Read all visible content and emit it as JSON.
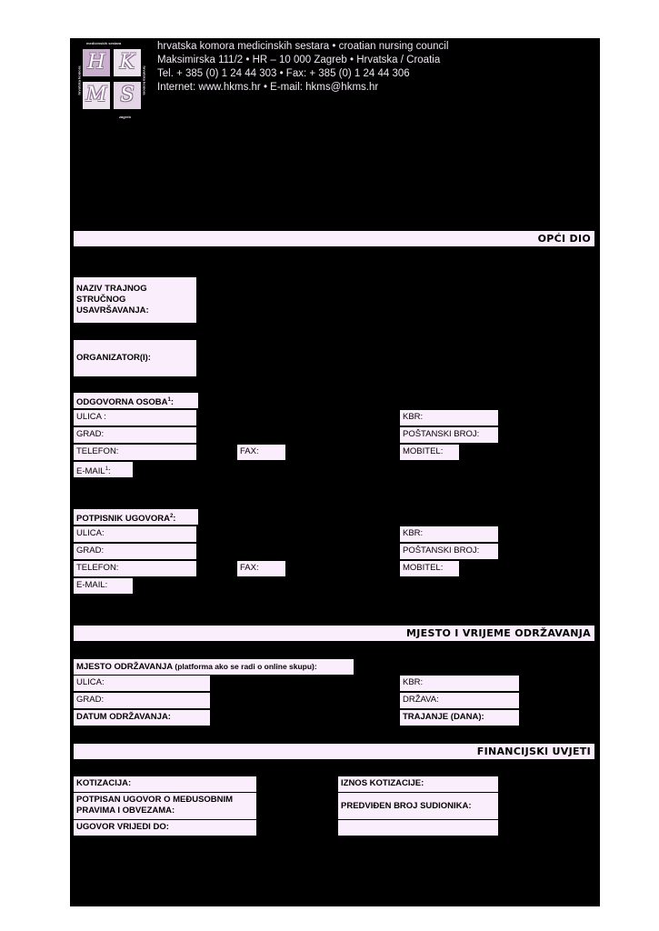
{
  "logo": {
    "letters": [
      "H",
      "K",
      "M",
      "S"
    ],
    "ring_top": "medicinskih sestara",
    "ring_left": "hrvatska komora",
    "ring_right": "hrvatska komora",
    "ring_bottom": "zagreb"
  },
  "header": {
    "line1": "hrvatska komora medicinskih sestara • croatian nursing council",
    "line2": "Maksimirska 111/2 • HR – 10 000 Zagreb • Hrvatska / Croatia",
    "line3": "Tel. + 385 (0) 1 24 44 303 • Fax: + 385 (0) 1 24 44 306",
    "line4": "Internet: www.hkms.hr • E-mail: hkms@hkms.hr"
  },
  "sections": {
    "general": "OPĆI DIO",
    "place_time": "MJESTO I VRIJEME ODRŽAVANJA",
    "financial": "FINANCIJSKI UVJETI"
  },
  "general": {
    "course_name": "NAZIV TRAJNOG STRUČNOG USAVRŠAVANJA:",
    "organizer": "ORGANIZATOR(I):",
    "responsible": "ODGOVORNA OSOBA",
    "responsible_sup": "1",
    "street": "ULICA :",
    "city": "GRAD:",
    "phone": "TELEFON:",
    "email": "E-MAIL",
    "email_sup": "1",
    "fax": "FAX:",
    "number": "KBR:",
    "postal": "POŠTANSKI BROJ:",
    "mobile": "MOBITEL:"
  },
  "signer": {
    "title": "POTPISNIK UGOVORA",
    "title_sup": "2",
    "street": "ULICA:",
    "city": "GRAD:",
    "phone": "TELEFON:",
    "email": "E-MAIL:",
    "fax": "FAX:",
    "number": "KBR:",
    "postal": "POŠTANSKI BROJ:",
    "mobile": "MOBITEL:"
  },
  "venue": {
    "title": "MJESTO ODRŽAVANJA",
    "title_note": "(platforma ako se radi o online skupu):",
    "street": "ULICA:",
    "city": "GRAD:",
    "date": "DATUM ODRŽAVANJA:",
    "number": "KBR:",
    "country": "DRŽAVA:",
    "duration": "TRAJANJE (DANA):"
  },
  "financial": {
    "fee": "KOTIZACIJA:",
    "contract": "POTPISAN UGOVOR O MEĐUSOBNIM PRAVIMA I OBVEZAMA:",
    "valid_until": "UGOVOR VRIJEDI DO:",
    "fee_amount": "IZNOS KOTIZACIJE:",
    "participants": "PREDVIĐEN BROJ SUDIONIKA:"
  }
}
